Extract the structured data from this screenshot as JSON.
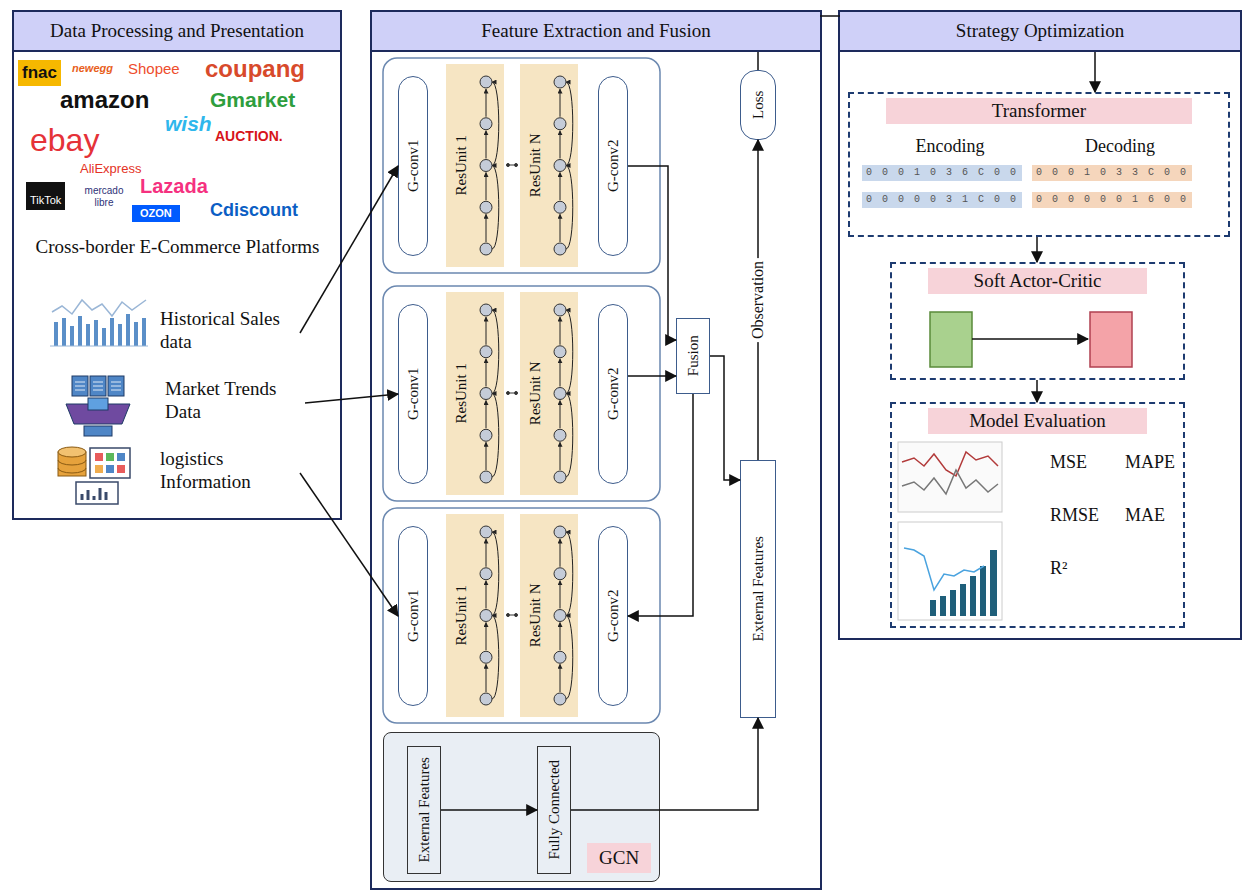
{
  "diagram": {
    "nodes": [
      {
        "text": [
          "Data Processing and Presentation"
        ]
      },
      {
        "text": [
          "Historical Sales data"
        ],
        "in": 0
      },
      {
        "text": [
          "Market Trends Data"
        ],
        "in": 0
      },
      {
        "text": [
          "logistics Information"
        ],
        "in": 0
      },
      {
        "text": [
          "Feature Extraction and Fusion"
        ]
      },
      {
        "text": [
          "G-conv1"
        ],
        "in": 4
      },
      {
        "text": [
          "ResUnit 1"
        ],
        "in": 4
      },
      {
        "text": [
          "ResUnit N"
        ],
        "in": 4
      },
      {
        "text": [
          "G-conv2"
        ],
        "in": 4
      },
      {
        "text": [
          "G-conv1"
        ],
        "in": 4
      },
      {
        "text": [
          "ResUnit 1"
        ],
        "in": 4
      },
      {
        "text": [
          "ResUnit N"
        ],
        "in": 4
      },
      {
        "text": [
          "G-conv2"
        ],
        "in": 4
      },
      {
        "text": [
          "G-conv1"
        ],
        "in": 4
      },
      {
        "text": [
          "ResUnit 1"
        ],
        "in": 4
      },
      {
        "text": [
          "ResUnit N"
        ],
        "in": 4
      },
      {
        "text": [
          "G-conv2"
        ],
        "in": 4
      },
      {
        "text": [
          "Fusion"
        ],
        "in": 4
      },
      {
        "text": [
          "Loss"
        ],
        "in": 4
      },
      {
        "text": [
          "External Features"
        ],
        "in": 4
      },
      {
        "text": [
          "GCN"
        ],
        "in": 4
      },
      {
        "text": [
          "External Features"
        ],
        "in": 20
      },
      {
        "text": [
          "Fully Connected"
        ],
        "in": 20
      },
      {
        "text": [
          "Strategy Optimization"
        ]
      },
      {
        "text": [
          "Transformer"
        ],
        "in": 23
      },
      {
        "text": [
          "Soft Actor-Critic"
        ],
        "in": 23
      },
      {
        "text": [
          "Model Evaluation"
        ],
        "in": 23
      }
    ],
    "edges": [
      {
        "from": 1,
        "to": 5,
        "arrow": "to"
      },
      {
        "from": 2,
        "to": 9,
        "arrow": "to"
      },
      {
        "from": 3,
        "to": 13,
        "arrow": "to"
      },
      {
        "from": 8,
        "to": 17,
        "arrow": "to"
      },
      {
        "from": 12,
        "to": 17,
        "arrow": "to"
      },
      {
        "from": 17,
        "to": 16,
        "arrow": "to"
      },
      {
        "from": 17,
        "to": 19,
        "arrow": "to"
      },
      {
        "from": 21,
        "to": 22,
        "arrow": "to"
      },
      {
        "from": 22,
        "to": 19,
        "arrow": "to"
      },
      {
        "from": 19,
        "to": 18,
        "arrow": "to",
        "label": "Observation"
      },
      {
        "from": 18,
        "to": 24,
        "arrow": "to"
      },
      {
        "from": 24,
        "to": 25,
        "arrow": "to"
      },
      {
        "from": 25,
        "to": 26,
        "arrow": "to"
      }
    ],
    "labels": [
      "fnac",
      "newegg",
      "Shopee",
      "coupang",
      "amazon",
      "wish",
      "Gmarket",
      "ebay",
      "AliExpress",
      "AUCTION.",
      "TikTok",
      "mercado libre",
      "Lazada",
      "OZON",
      "Cdiscount",
      "Cross-border E-Commerce Platforms",
      "Encoding",
      "Decoding",
      "0 0 0 1 0 3 6 C 0 0",
      "0 0 0 0 0 3 1 C 0 0",
      "0 0 0 1 0 3 3 C 0 0",
      "0 0 0 0 0 0 1 6 0 0",
      "MSE",
      "MAPE",
      "RMSE",
      "MAE",
      "R²"
    ]
  }
}
